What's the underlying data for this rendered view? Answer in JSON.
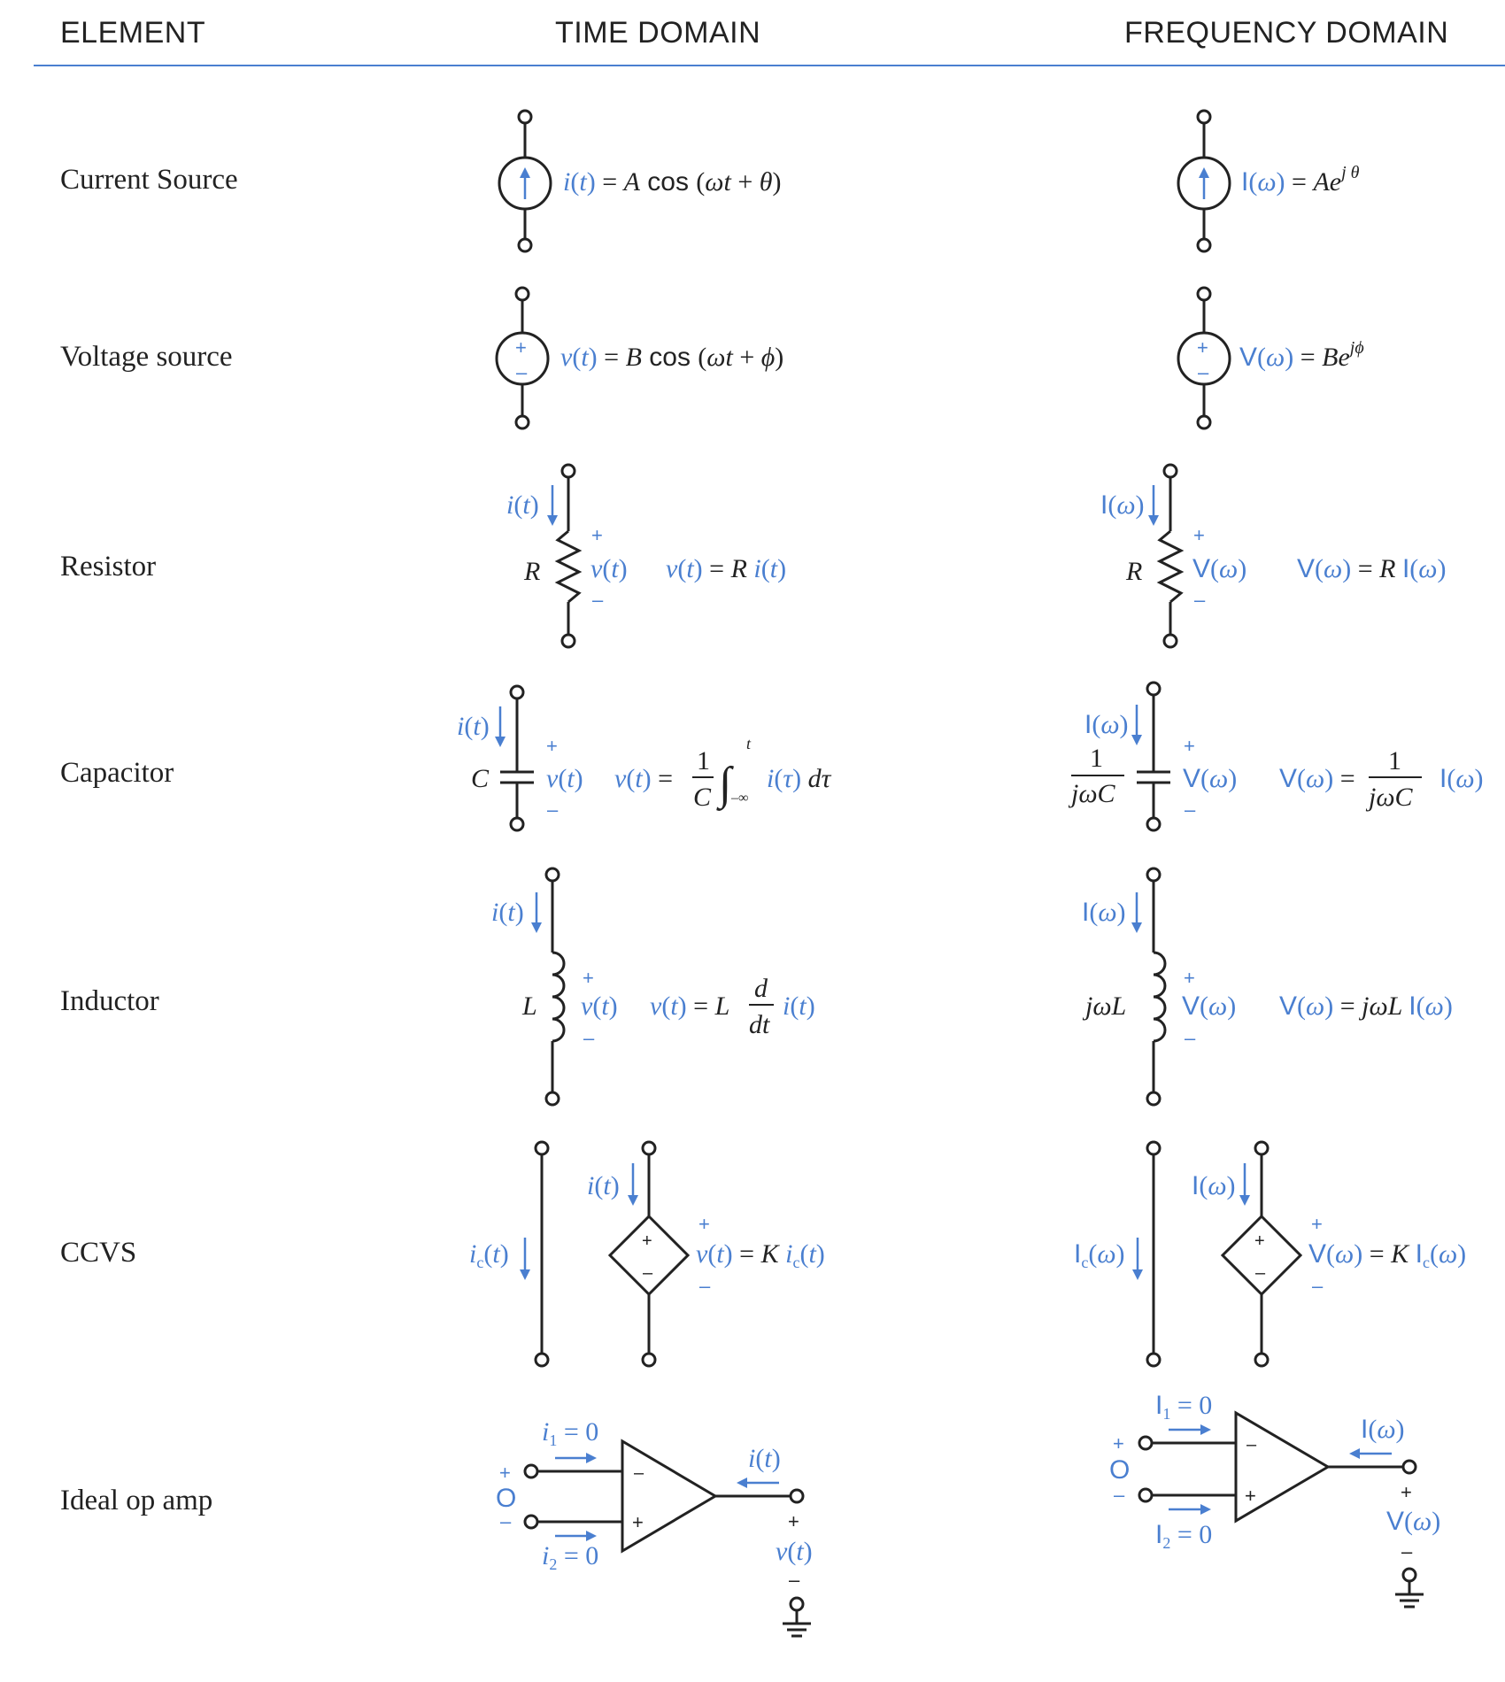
{
  "headers": {
    "element": "ELEMENT",
    "time": "TIME DOMAIN",
    "freq": "FREQUENCY DOMAIN"
  },
  "rows": [
    {
      "label": "Current Source"
    },
    {
      "label": "Voltage source"
    },
    {
      "label": "Resistor"
    },
    {
      "label": "Capacitor"
    },
    {
      "label": "Inductor"
    },
    {
      "label": "CCVS"
    },
    {
      "label": "Ideal op amp"
    }
  ],
  "colors": {
    "accent": "#4a7fd0",
    "ink": "#222222"
  }
}
